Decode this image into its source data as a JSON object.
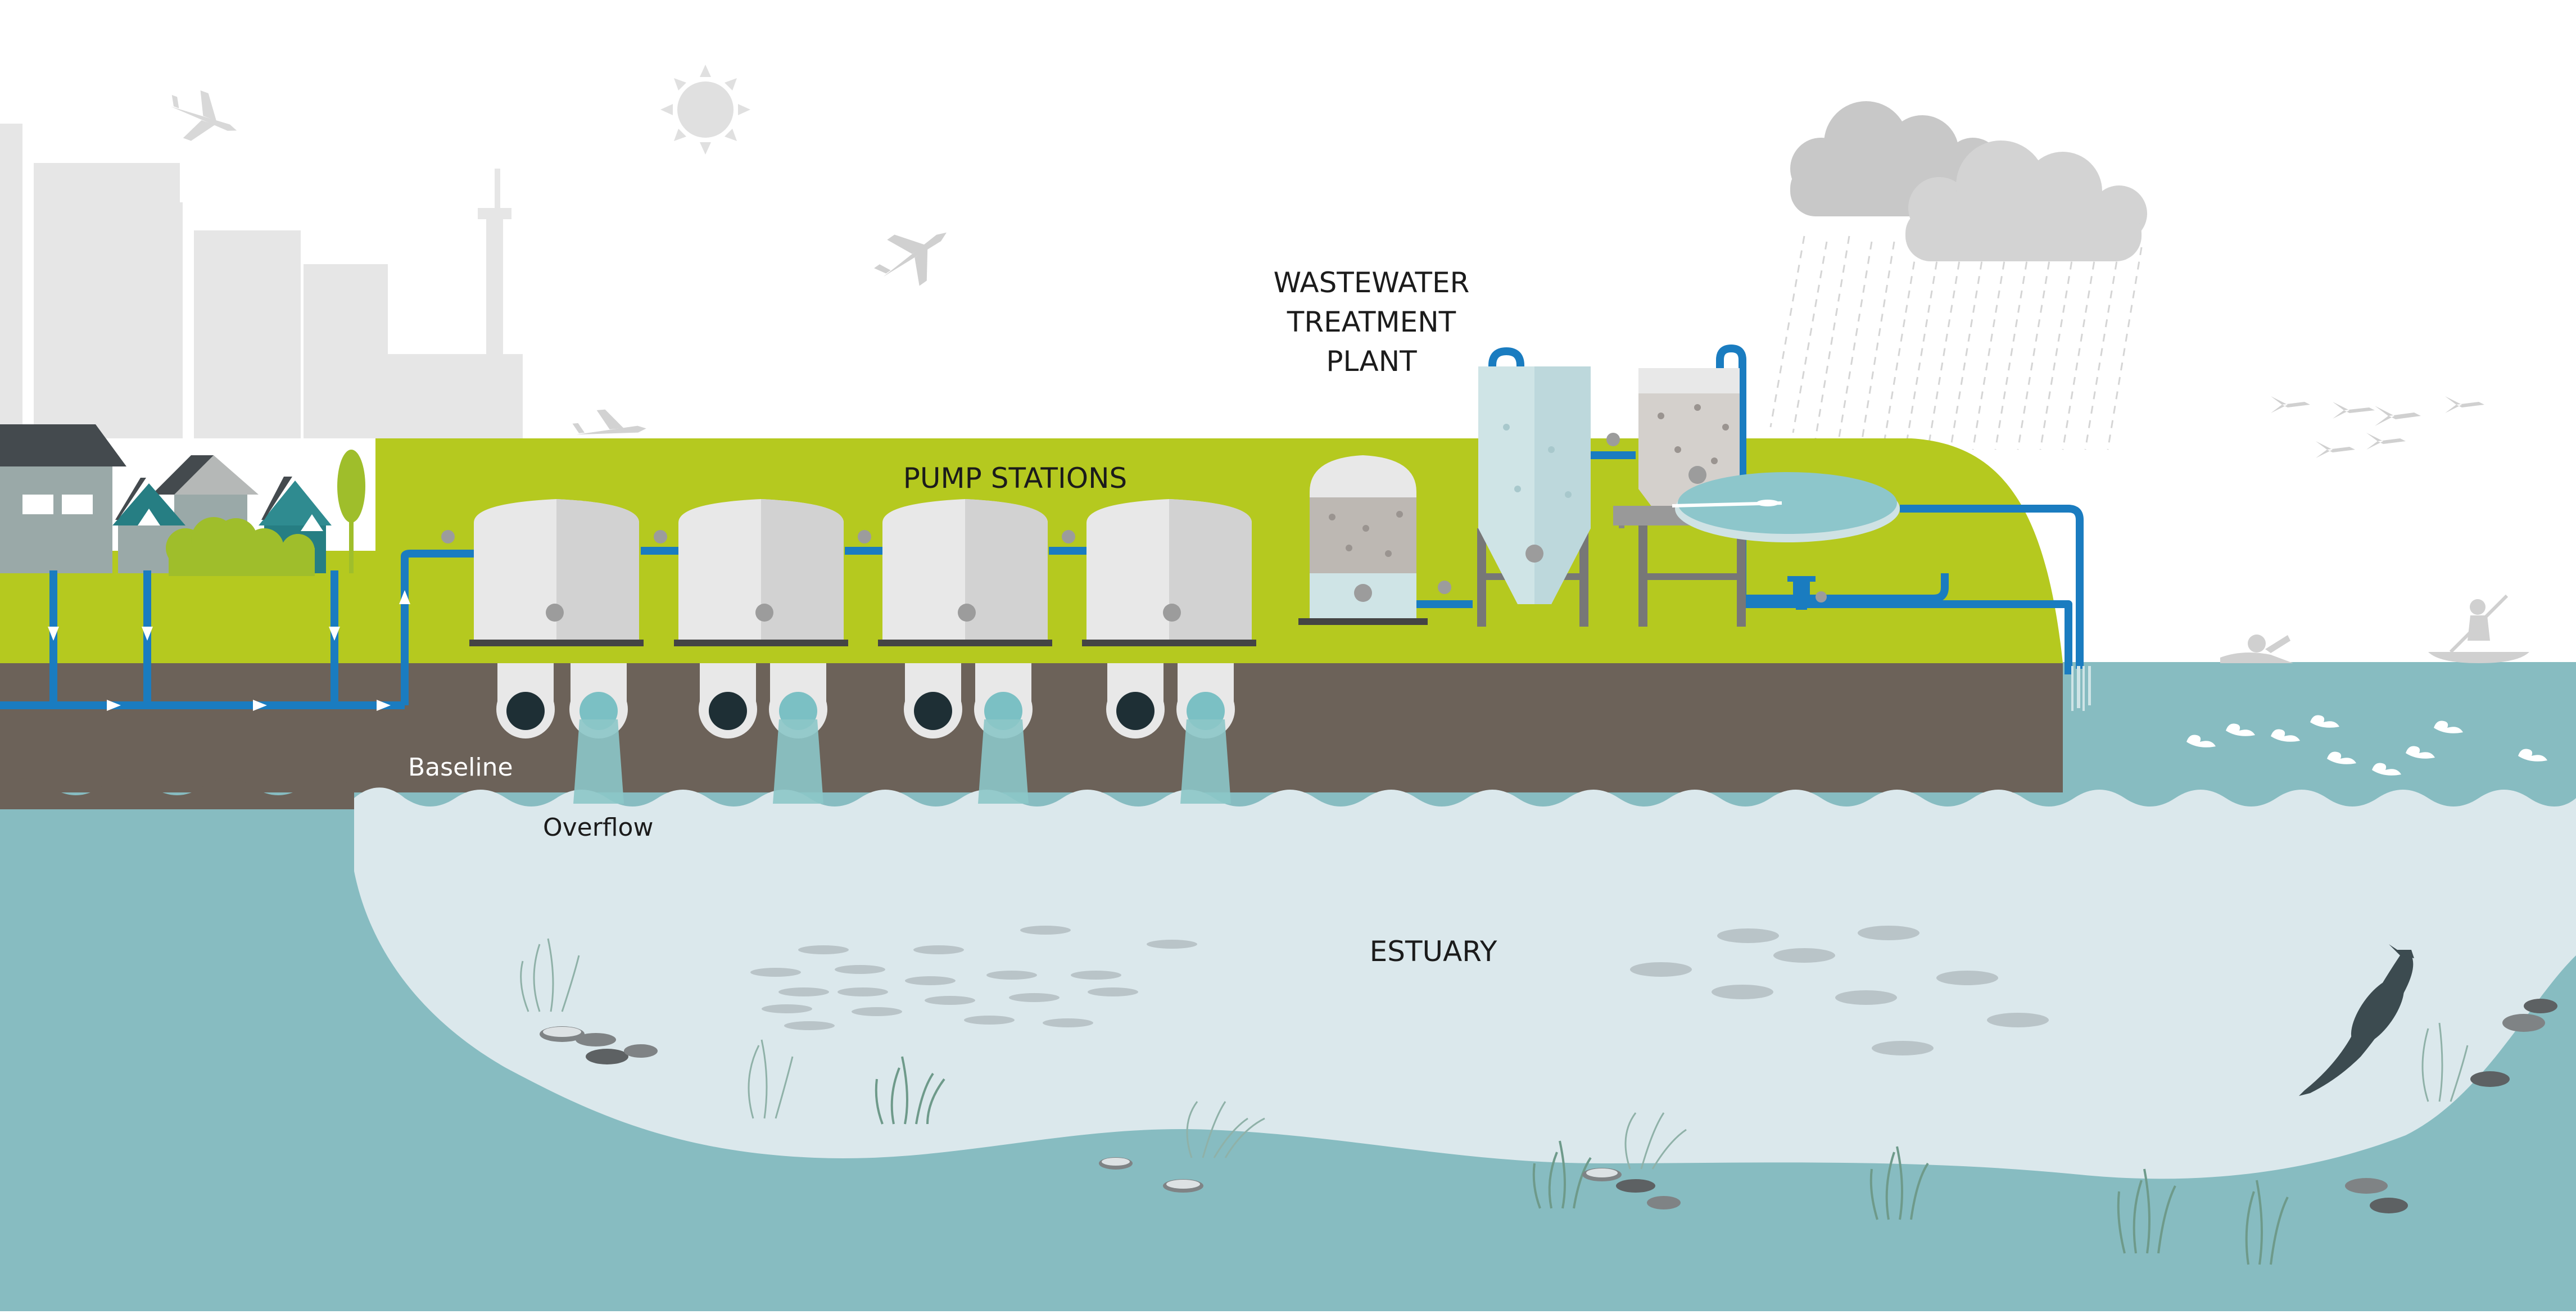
{
  "labels": {
    "wastewater_line1": "WASTEWATER",
    "wastewater_line2": "TREATMENT",
    "wastewater_line3": "PLANT",
    "pump_stations": "PUMP STATIONS",
    "baseline": "Baseline",
    "overflow": "Overflow",
    "estuary": "ESTUARY"
  },
  "colors": {
    "sky": "#ffffff",
    "city_buildings": "#e6e6e6",
    "lawn": "#b5c91f",
    "soil": "#6c6259",
    "estuary_shallow": "#dbe8ec",
    "estuary_deep": "#87bcc1",
    "pipe": "#1a7cc0",
    "tank": "#e8e8e8",
    "tank_shade": "#d2d2d2",
    "cloud": "#c8c8c8",
    "seagrass": "#6e9a8a",
    "fish": "#b9c4c8"
  },
  "icons": [
    "sun-icon",
    "airplane-icon",
    "cloud-icon",
    "rain-icon",
    "bird-icon",
    "house-icon",
    "tree-icon",
    "storage-tank-icon",
    "pump-icon",
    "clarifier-icon",
    "swimmer-icon",
    "kayaker-icon",
    "duck-icon",
    "fish-icon",
    "cormorant-icon",
    "mussel-icon",
    "seagrass-icon"
  ]
}
